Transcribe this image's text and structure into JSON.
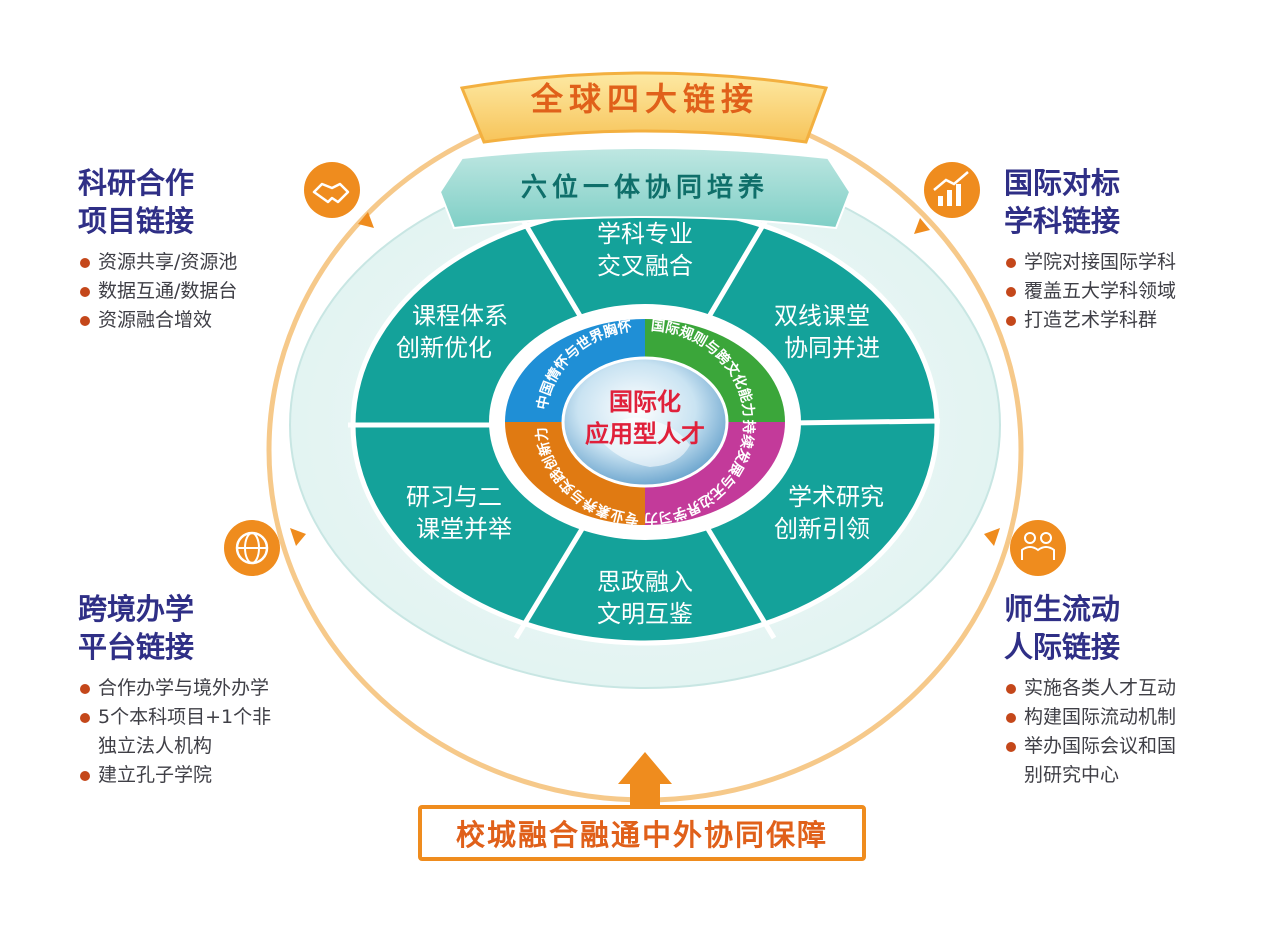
{
  "top_banner": {
    "text": "全球四大链接"
  },
  "inner_banner": {
    "text": "六位一体协同培养"
  },
  "segments": [
    {
      "lines": [
        "学科专业",
        "交叉融合"
      ]
    },
    {
      "lines": [
        "双线课堂",
        "协同并进"
      ]
    },
    {
      "lines": [
        "学术研究",
        "创新引领"
      ]
    },
    {
      "lines": [
        "思政融入",
        "文明互鉴"
      ]
    },
    {
      "lines": [
        "研习与二",
        "课堂并举"
      ]
    },
    {
      "lines": [
        "课程体系",
        "创新优化"
      ]
    }
  ],
  "center": {
    "lines": [
      "国际化",
      "应用型人才"
    ],
    "ring": [
      {
        "text": "中国情怀与世界胸怀",
        "color": "#1f8fd6"
      },
      {
        "text": "国际规则与跨文化能力",
        "color": "#3ba63a"
      },
      {
        "text": "持续发展与无边界学习力",
        "color": "#c33a9a"
      },
      {
        "text": "专业素养与实践创新力",
        "color": "#e07a12"
      }
    ]
  },
  "corners": [
    {
      "icon": "handshake-icon",
      "title": [
        "科研合作",
        "项目链接"
      ],
      "bullets": [
        "资源共享/资源池",
        "数据互通/数据台",
        "资源融合增效"
      ]
    },
    {
      "icon": "growth-chart-icon",
      "title": [
        "国际对标",
        "学科链接"
      ],
      "bullets": [
        "学院对接国际学科",
        "覆盖五大学科领域",
        "打造艺术学科群"
      ]
    },
    {
      "icon": "globe-icon",
      "title": [
        "跨境办学",
        "平台链接"
      ],
      "bullets": [
        "合作办学与境外办学",
        "5个本科项目+1个非",
        "独立法人机构",
        "建立孔子学院"
      ]
    },
    {
      "icon": "people-icon",
      "title": [
        "师生流动",
        "人际链接"
      ],
      "bullets": [
        "实施各类人才互动",
        "构建国际流动机制",
        "举办国际会议和国",
        "别研究中心"
      ]
    }
  ],
  "bottom": {
    "text": "校城融合融通中外协同保障"
  },
  "colors": {
    "teal": "#14a29a",
    "teal_light": "#cfece9",
    "orange": "#ef8c1e",
    "title_blue": "#2f2f86",
    "bullet": "#c4471a"
  }
}
